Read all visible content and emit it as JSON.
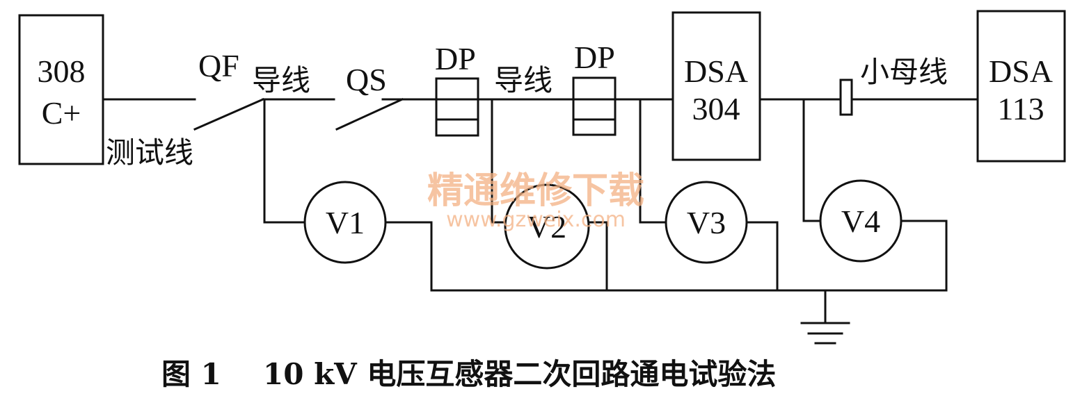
{
  "devices": {
    "source": [
      "308",
      "C+"
    ],
    "dsa304": [
      "DSA",
      "304"
    ],
    "dsa113": [
      "DSA",
      "113"
    ]
  },
  "labels": {
    "qf": "QF",
    "qs": "QS",
    "lead_1": "导线",
    "lead_2": "导线",
    "test_lead": "测试线",
    "dp_1": "DP",
    "dp_2": "DP",
    "small_bus": "小母线"
  },
  "meters": {
    "v1": "V1",
    "v2": "V2",
    "v3": "V3",
    "v4": "V4"
  },
  "caption": {
    "figure": "图 1",
    "title": "10 kV  电压互感器二次回路通电试验法"
  },
  "watermark": {
    "line1": "精通维修下载",
    "line2": "www.gzweix.com"
  }
}
